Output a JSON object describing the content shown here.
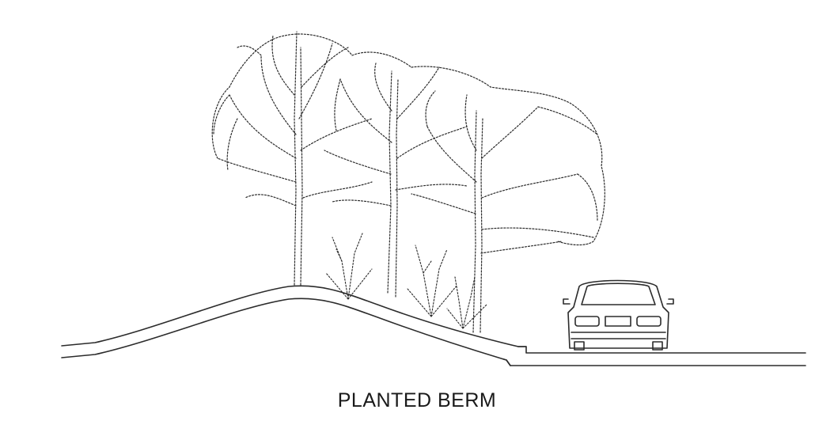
{
  "caption": "PLANTED BERM",
  "colors": {
    "ink": "#2b2b2b",
    "paper": "#ffffff"
  },
  "elements": {
    "trees": 3,
    "shrubs": 3,
    "vehicle": "car-front-view",
    "landform": "berm"
  }
}
